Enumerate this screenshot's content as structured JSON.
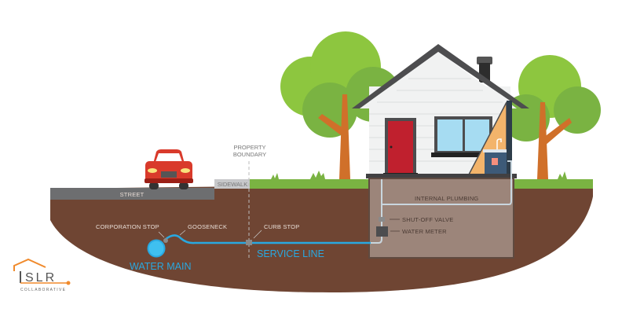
{
  "labels": {
    "property_boundary_1": "PROPERTY",
    "property_boundary_2": "BOUNDARY",
    "street": "STREET",
    "sidewalk": "SIDEWALK",
    "corporation_stop": "CORPORATION STOP",
    "gooseneck": "GOOSENECK",
    "curb_stop": "CURB STOP",
    "service_line": "SERVICE LINE",
    "water_main": "WATER MAIN",
    "internal_plumbing": "INTERNAL PLUMBING",
    "shut_off_valve": "SHUT-OFF VALVE",
    "water_meter": "WATER METER"
  },
  "logo": {
    "name": "SLR",
    "subtitle": "COLLABORATIVE"
  },
  "colors": {
    "soil": "#6f4533",
    "grass": "#7ab342",
    "pipe": "#29a8e0",
    "basement": "#9c857a",
    "door": "#c0202e",
    "car": "#d93a2b",
    "logo_accent": "#f08a2c"
  }
}
